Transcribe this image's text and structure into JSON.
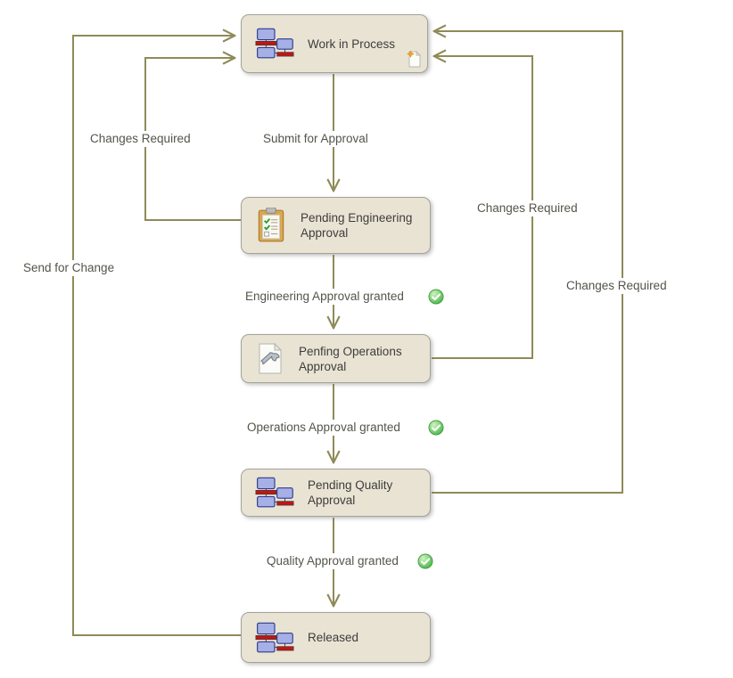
{
  "diagram": {
    "type": "lifecycle-state-diagram",
    "nodes": [
      {
        "id": "work-in-process",
        "label": "Work in Process",
        "icon": "lifecycle-icon",
        "badge_icon": "new-document-icon"
      },
      {
        "id": "pending-engineering-approval",
        "label": "Pending Engineering Approval",
        "icon": "clipboard-checklist-icon"
      },
      {
        "id": "pending-operations-approval",
        "label": "Penfing Operations Approval",
        "icon": "document-wrench-icon"
      },
      {
        "id": "pending-quality-approval",
        "label": "Pending Quality Approval",
        "icon": "lifecycle-icon"
      },
      {
        "id": "released",
        "label": "Released",
        "icon": "lifecycle-icon"
      }
    ],
    "transitions": [
      {
        "label": "Submit for Approval",
        "from": "work-in-process",
        "to": "pending-engineering-approval"
      },
      {
        "label": "Changes Required",
        "from": "pending-engineering-approval",
        "to": "work-in-process"
      },
      {
        "label": "Engineering Approval granted",
        "from": "pending-engineering-approval",
        "to": "pending-operations-approval",
        "icon": "green-check-icon"
      },
      {
        "label": "Changes Required",
        "from": "pending-operations-approval",
        "to": "work-in-process"
      },
      {
        "label": "Operations Approval granted",
        "from": "pending-operations-approval",
        "to": "pending-quality-approval",
        "icon": "green-check-icon"
      },
      {
        "label": "Changes Required",
        "from": "pending-quality-approval",
        "to": "work-in-process"
      },
      {
        "label": "Quality Approval granted",
        "from": "pending-quality-approval",
        "to": "released",
        "icon": "green-check-icon"
      },
      {
        "label": "Send for Change",
        "from": "released",
        "to": "work-in-process"
      }
    ],
    "colors": {
      "node_fill": "#e9e3d3",
      "node_border": "#a5a29a",
      "connector": "#8f8a58",
      "label_text": "#54544b",
      "node_text": "#3d3d3d",
      "check_green": "#49b84a"
    }
  }
}
